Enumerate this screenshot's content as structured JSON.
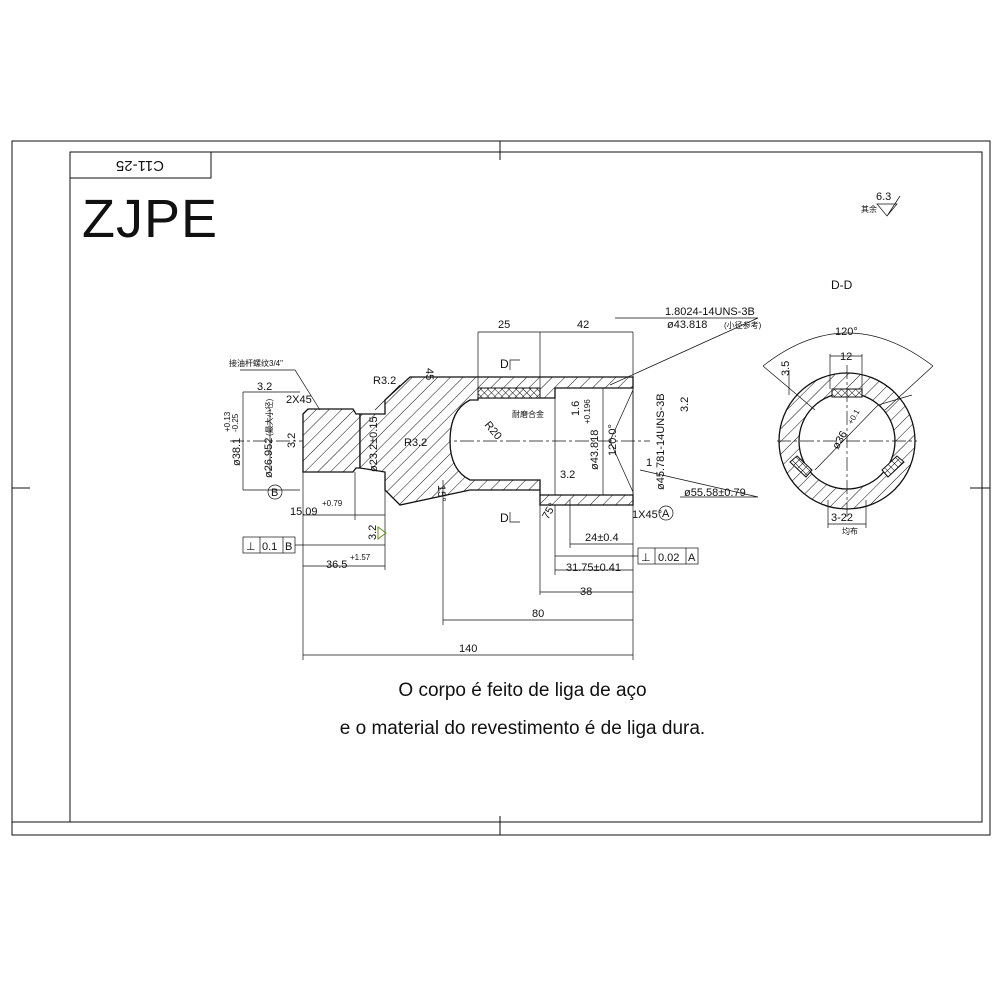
{
  "logo": "ZJPE",
  "title_block": "C11-25",
  "surface_note": {
    "label": "其余",
    "value": "6.3"
  },
  "section_label": "D-D",
  "section_marks": [
    "D",
    "D"
  ],
  "caption": {
    "line1": "O corpo é feito de liga de aço",
    "line2": "e o material do revestimento é de liga dura."
  },
  "dimensions": {
    "d25": "25",
    "d42": "42",
    "thread_top": "1.8024-14UNS-3B",
    "dia_43818": "ø43.818",
    "dia_43818_note": "(小径参考)",
    "thread_note": "接油杆螺纹3/4\"",
    "rough_32a": "3.2",
    "chamfer_2x45": "2X45",
    "r32a": "R3.2",
    "angle45": "45",
    "dia381": "ø38.1",
    "dia381_tol_up": "+0.13",
    "dia381_tol_dn": "-0.25",
    "dia26952": "ø26.952",
    "dia26952_note": "(最大小径)",
    "rough_32b": "3.2",
    "dia232": "ø23.2±0.15",
    "r32b": "R3.2",
    "r20": "R20",
    "coating_note": "耐磨合金",
    "rough_16": "1.6",
    "dia43818b": "ø43.818",
    "dia43818b_tol": "+0.196",
    "angle120": "120.0°",
    "thread_side": "ø45.781-14UNS-3B",
    "rough_32c": "3.2",
    "d1": "1",
    "rough_32d": "3.2",
    "angle15": "15°",
    "dia5558": "ø55.58±0.79",
    "angle75": "75°",
    "chamfer_1x45": "1X45°",
    "datum_a": "A",
    "datum_b": "B",
    "d1509": "15.09",
    "d1509_tol": "+0.79",
    "rough_32e": "3.2",
    "fcf_b_sym": "⊥",
    "fcf_b_val": "0.1",
    "fcf_b_ref": "B",
    "d365": "36.5",
    "d365_tol": "+1.57",
    "d24": "24±0.4",
    "fcf_a_sym": "⊥",
    "fcf_a_val": "0.02",
    "fcf_a_ref": "A",
    "d3175": "31.75±0.41",
    "d38": "38",
    "d80": "80",
    "d140": "140"
  },
  "section_view": {
    "angle": "120°",
    "width": "12",
    "depth": "3.5",
    "dia": "ø36",
    "dia_tol": "+0.1",
    "slots": "3-22",
    "slots_note": "均布"
  }
}
